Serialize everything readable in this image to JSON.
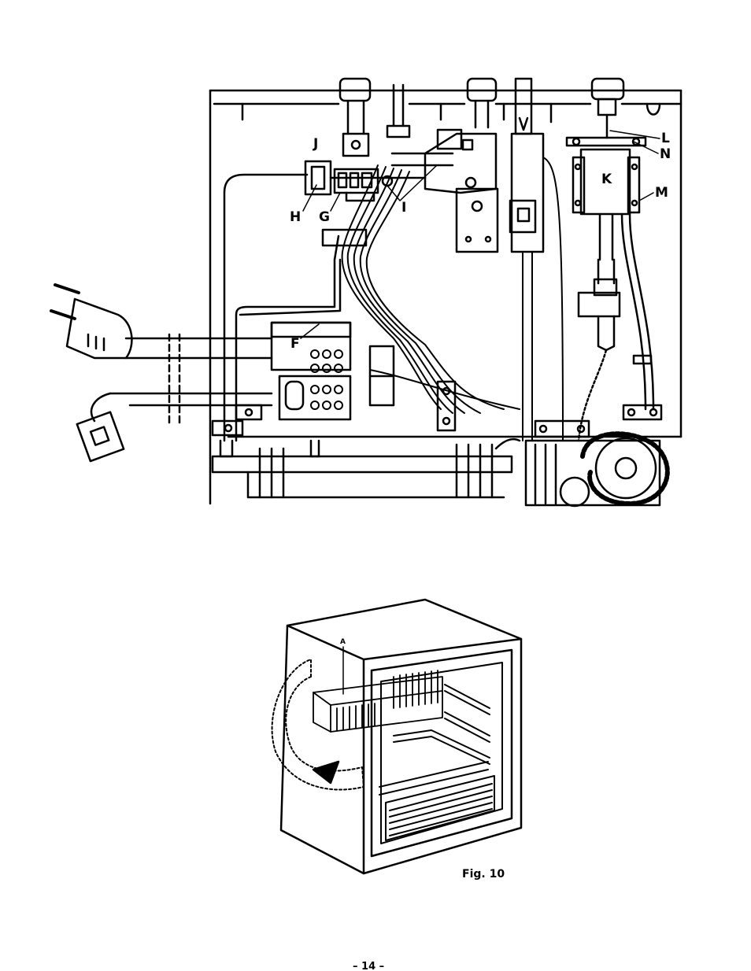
{
  "top_diagram": {
    "labels": {
      "J": "J",
      "H": "H",
      "G": "G",
      "I": "I",
      "F": "F",
      "K": "K",
      "L": "L",
      "N": "N",
      "M": "M"
    }
  },
  "bottom_diagram": {
    "labels": {
      "A": "A"
    },
    "caption": "Fig. 10"
  },
  "page_number": "– 14 –"
}
